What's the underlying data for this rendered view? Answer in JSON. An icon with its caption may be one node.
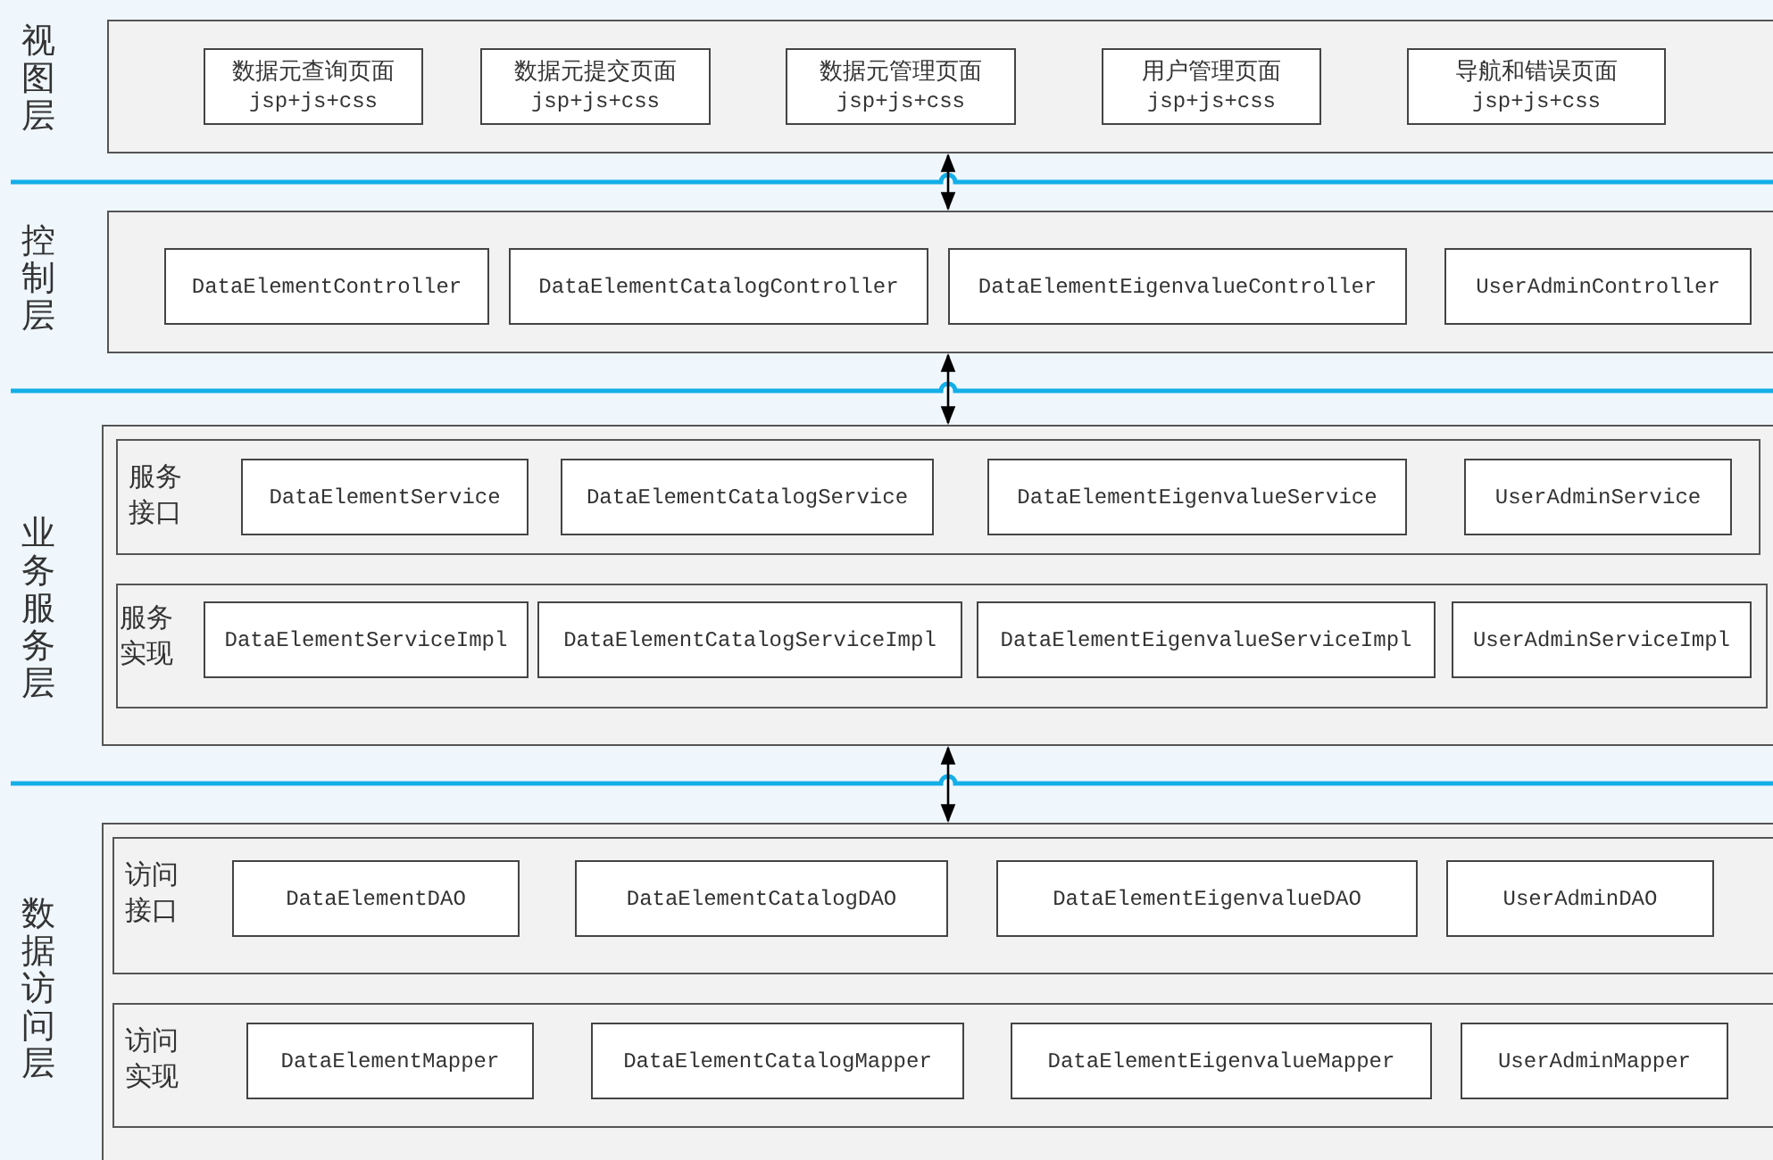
{
  "diagram": {
    "nodes": [
      {
        "text": [
          "视图层"
        ]
      },
      {
        "text": [
          "数据元查询页面",
          "jsp+js+css"
        ],
        "in": 0
      },
      {
        "text": [
          "数据元提交页面",
          "jsp+js+css"
        ],
        "in": 0
      },
      {
        "text": [
          "数据元管理页面",
          "jsp+js+css"
        ],
        "in": 0
      },
      {
        "text": [
          "用户管理页面",
          "jsp+js+css"
        ],
        "in": 0
      },
      {
        "text": [
          "导航和错误页面",
          "jsp+js+css"
        ],
        "in": 0
      },
      {
        "text": [
          "控制层"
        ]
      },
      {
        "text": [
          "DataElementController"
        ],
        "in": 6
      },
      {
        "text": [
          "DataElementCatalogController"
        ],
        "in": 6
      },
      {
        "text": [
          "DataElementEigenvalueController"
        ],
        "in": 6
      },
      {
        "text": [
          "UserAdminController"
        ],
        "in": 6
      },
      {
        "text": [
          "业务服务层"
        ]
      },
      {
        "text": [
          "服务接口"
        ],
        "in": 11
      },
      {
        "text": [
          "DataElementService"
        ],
        "in": 12
      },
      {
        "text": [
          "DataElementCatalogService"
        ],
        "in": 12
      },
      {
        "text": [
          "DataElementEigenvalueService"
        ],
        "in": 12
      },
      {
        "text": [
          "UserAdminService"
        ],
        "in": 12
      },
      {
        "text": [
          "服务实现"
        ],
        "in": 11
      },
      {
        "text": [
          "DataElementServiceImpl"
        ],
        "in": 17
      },
      {
        "text": [
          "DataElementCatalogServiceImpl"
        ],
        "in": 17
      },
      {
        "text": [
          "DataElementEigenvalueServiceImpl"
        ],
        "in": 17
      },
      {
        "text": [
          "UserAdminServiceImpl"
        ],
        "in": 17
      },
      {
        "text": [
          "数据访问层"
        ]
      },
      {
        "text": [
          "访问接口"
        ],
        "in": 22
      },
      {
        "text": [
          "DataElementDAO"
        ],
        "in": 23
      },
      {
        "text": [
          "DataElementCatalogDAO"
        ],
        "in": 23
      },
      {
        "text": [
          "DataElementEigenvalueDAO"
        ],
        "in": 23
      },
      {
        "text": [
          "UserAdminDAO"
        ],
        "in": 23
      },
      {
        "text": [
          "访问实现"
        ],
        "in": 22
      },
      {
        "text": [
          "DataElementMapper"
        ],
        "in": 28
      },
      {
        "text": [
          "DataElementCatalogMapper"
        ],
        "in": 28
      },
      {
        "text": [
          "DataElementEigenvalueMapper"
        ],
        "in": 28
      },
      {
        "text": [
          "UserAdminMapper"
        ],
        "in": 28
      }
    ],
    "edges": [
      {
        "from": 0,
        "to": 6,
        "arrow": "both"
      },
      {
        "from": 6,
        "to": 11,
        "arrow": "both"
      },
      {
        "from": 11,
        "to": 22,
        "arrow": "both"
      }
    ]
  }
}
